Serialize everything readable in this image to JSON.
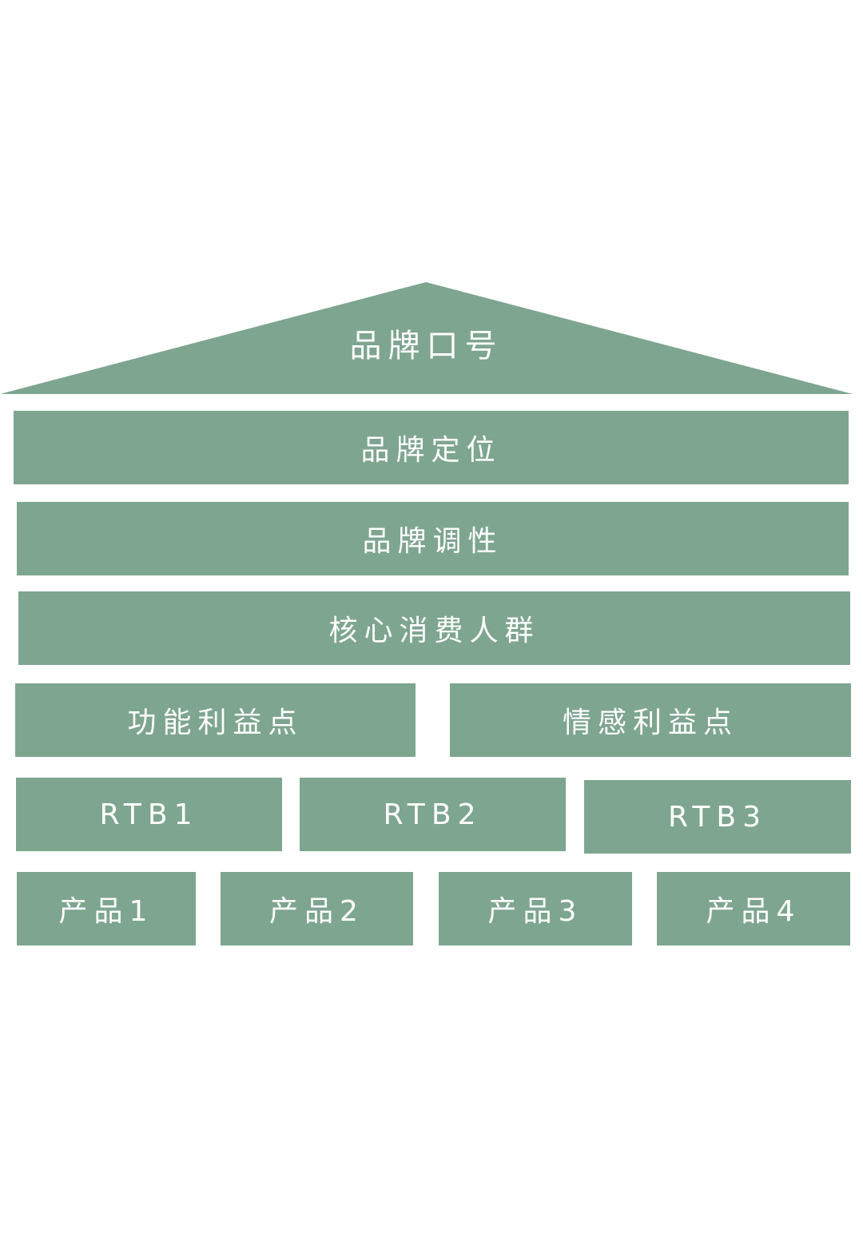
{
  "colors": {
    "block": "#7ea590",
    "text": "#ffffff",
    "background": "#ffffff"
  },
  "roof": {
    "label": "品牌口号"
  },
  "rows": {
    "positioning": "品牌定位",
    "tonality": "品牌调性",
    "core_consumers": "核心消费人群",
    "benefits": [
      "功能利益点",
      "情感利益点"
    ],
    "rtbs": [
      "RTB1",
      "RTB2",
      "RTB3"
    ],
    "products": [
      "产品1",
      "产品2",
      "产品3",
      "产品4"
    ]
  }
}
